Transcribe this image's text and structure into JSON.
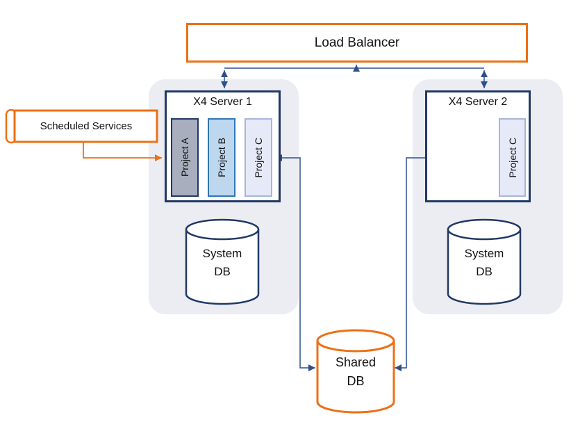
{
  "colors": {
    "orange": "#ed7014",
    "navy": "#203864",
    "arrow_navy": "#2e4f8e",
    "project_a_fill": "#a9aebe",
    "project_b_fill": "#bdd7ee",
    "project_b_border": "#2e75b6",
    "project_c_fill": "#e6e9f7",
    "panel_gray": "#ebedf2"
  },
  "load_balancer": {
    "label": "Load Balancer"
  },
  "scheduled_services": {
    "label": "Scheduled Services"
  },
  "servers": [
    {
      "title": "X4 Server 1",
      "projects": [
        "Project A",
        "Project B",
        "Project C"
      ],
      "db": {
        "line1": "System",
        "line2": "DB"
      }
    },
    {
      "title": "X4 Server 2",
      "projects": [
        "Project C"
      ],
      "db": {
        "line1": "System",
        "line2": "DB"
      }
    }
  ],
  "shared_db": {
    "line1": "Shared",
    "line2": "DB"
  }
}
